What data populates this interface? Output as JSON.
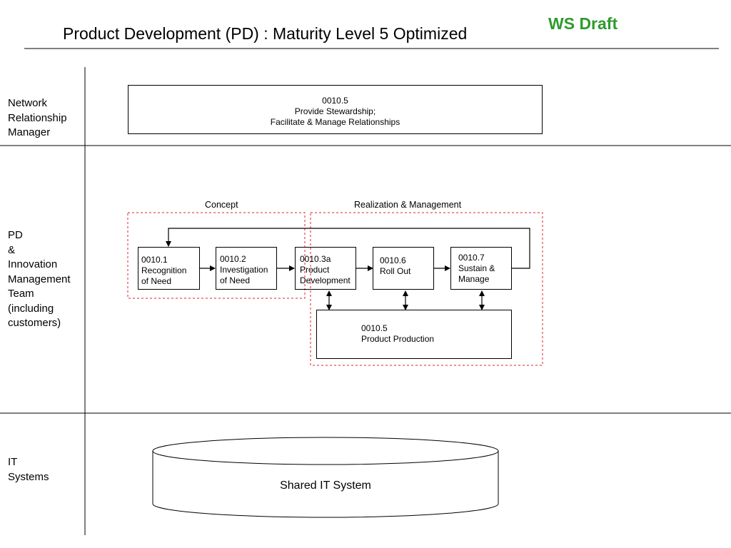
{
  "header": {
    "title": "Product Development (PD) : Maturity Level 5 Optimized",
    "draft": "WS Draft",
    "draft_color": "#2e9a2e"
  },
  "lanes": [
    {
      "label": "Network\nRelationship\nManager"
    },
    {
      "label": "PD\n&\nInnovation\nManagement\nTeam\n(including\ncustomers)"
    },
    {
      "label": "IT\nSystems"
    }
  ],
  "groups": {
    "concept": "Concept",
    "realization": "Realization & Management"
  },
  "nodes": {
    "stewardship": "0010.5\nProvide Stewardship;\nFacilitate & Manage Relationships",
    "recognition": "0010.1\nRecognition\nof Need",
    "investigation": "0010.2\nInvestigation\nof Need",
    "product_dev": "0010.3a\nProduct\nDevelopment",
    "roll_out": "0010.6\nRoll Out",
    "sustain": "0010.7\nSustain &\nManage",
    "production": "0010.5\nProduct Production"
  },
  "it_system": {
    "label": "Shared IT System"
  },
  "colors": {
    "group_border": "#e0202a"
  }
}
